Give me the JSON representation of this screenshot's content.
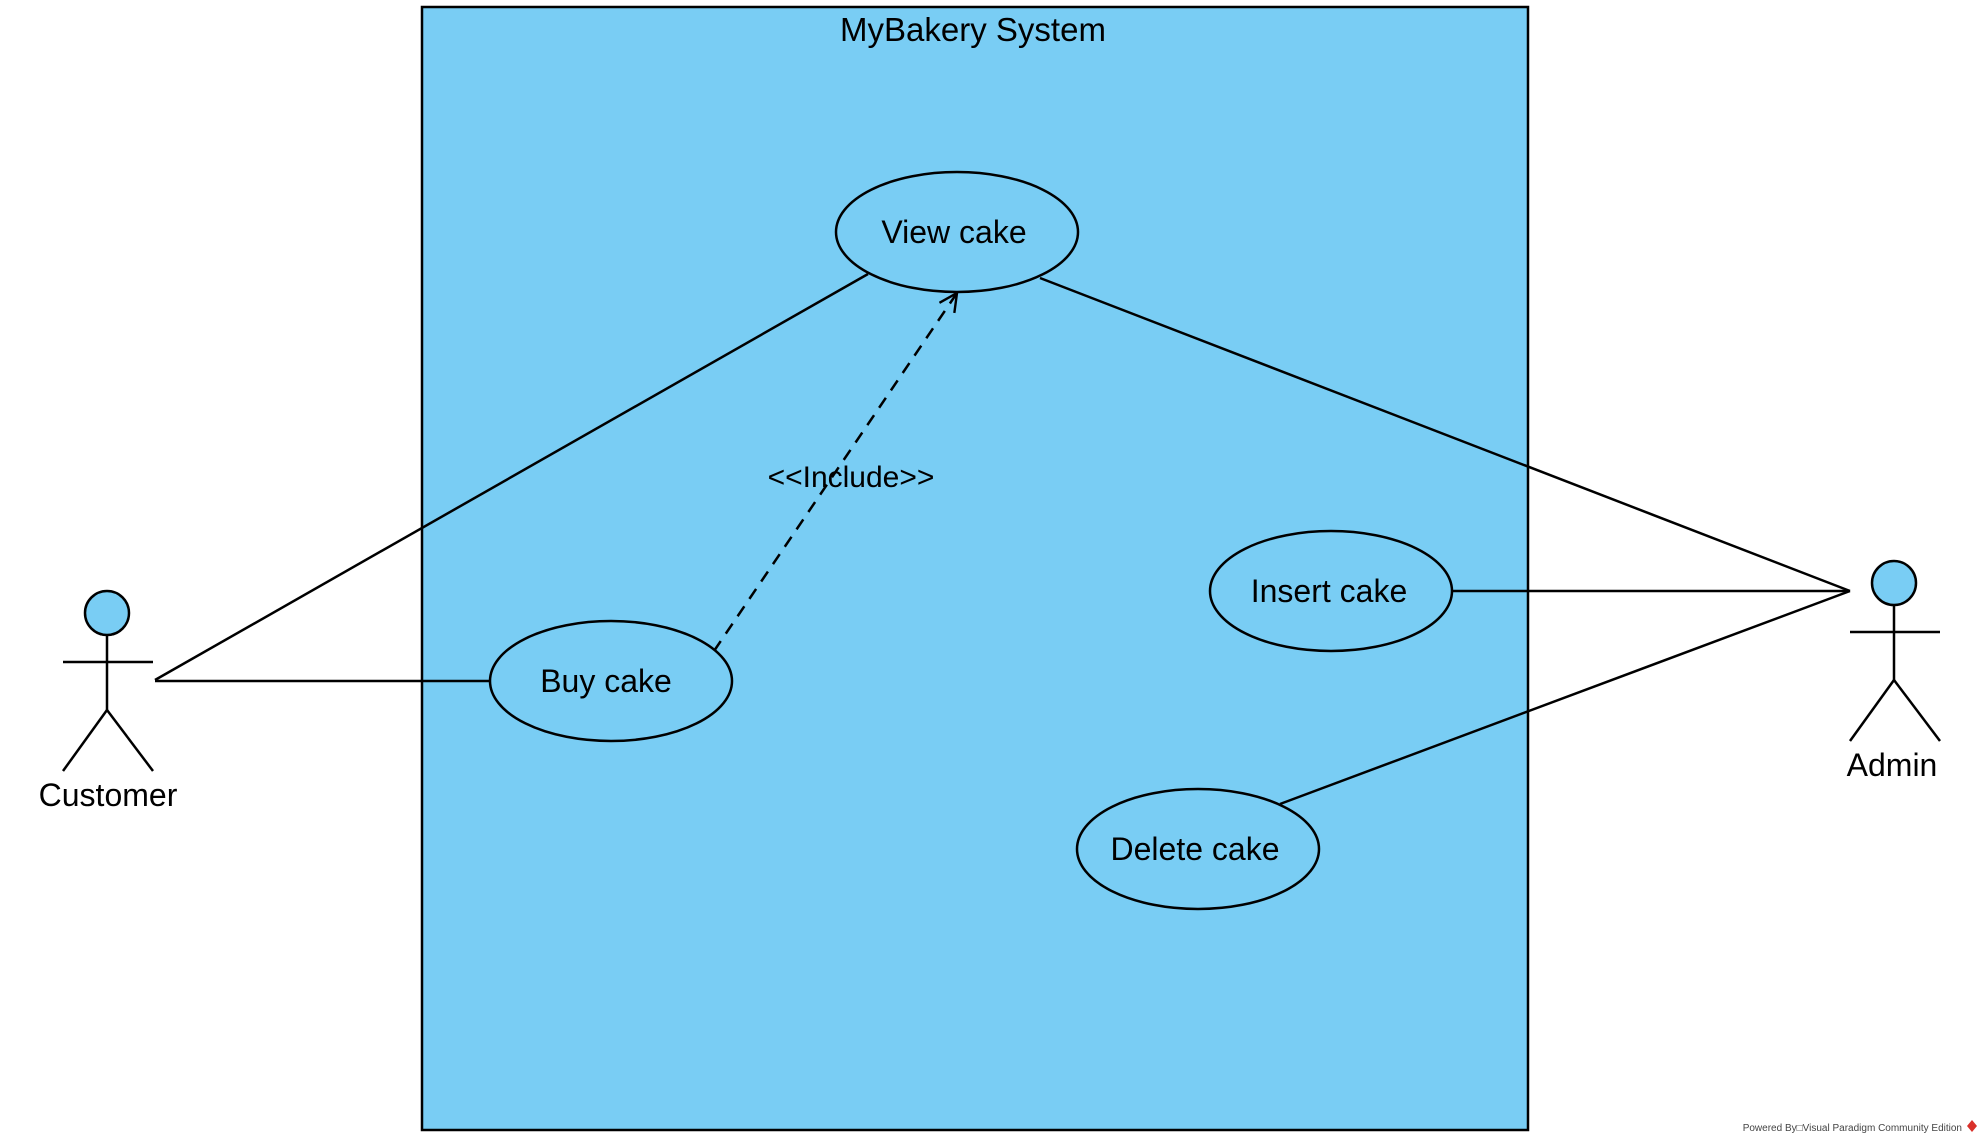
{
  "system": {
    "title": "MyBakery System"
  },
  "actors": {
    "customer": {
      "label": "Customer"
    },
    "admin": {
      "label": "Admin"
    }
  },
  "use_cases": {
    "view_cake": {
      "label": "View cake"
    },
    "buy_cake": {
      "label": "Buy cake"
    },
    "insert_cake": {
      "label": "Insert cake"
    },
    "delete_cake": {
      "label": "Delete cake"
    }
  },
  "relationships": {
    "include": {
      "label": "<<Include>>"
    }
  },
  "footer": {
    "text": "Powered By□Visual Paradigm Community Edition"
  },
  "colors": {
    "fill": "#79CDF4",
    "stroke": "#000000",
    "logo": "#d9302a"
  }
}
